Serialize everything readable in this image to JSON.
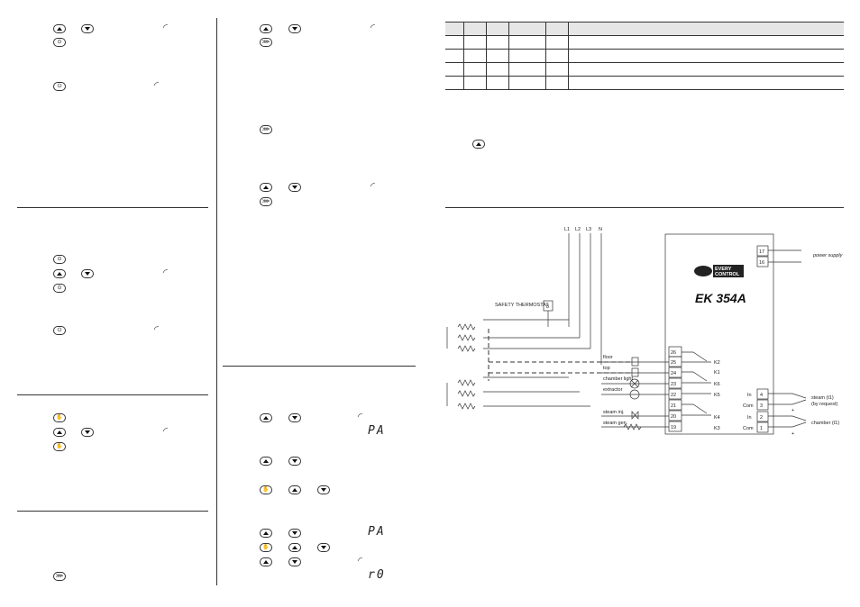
{
  "icons": {
    "up": "arrow-up-icon",
    "down": "arrow-down-icon",
    "timer": "timer-icon",
    "power": "power-icon",
    "steam": "steam-icon",
    "light": "light-icon",
    "hold": "hold-icon"
  },
  "displays": {
    "pa_1": "PA",
    "pa_2": "PA",
    "code_last": "r0"
  },
  "diagram": {
    "supply_labels": [
      "L1",
      "L2",
      "L3",
      "N"
    ],
    "safety_thermostat": "SAFETY THERMOSTAT",
    "safety_thermostat_num": "8",
    "logo_line1": "EVERY",
    "logo_line2": "CONTROL",
    "model": "EK 354A",
    "power_supply": "power supply",
    "terminals_top": [
      "17",
      "16"
    ],
    "terminals_left": [
      "26",
      "25",
      "24",
      "23",
      "22",
      "21",
      "20",
      "19"
    ],
    "relays": [
      "K2",
      "K1",
      "K6",
      "K5",
      "K4",
      "K3"
    ],
    "loads": [
      "floor",
      "top",
      "chamber light",
      "extractor",
      "steam inj.",
      "steam gen."
    ],
    "terminals_right": [
      "4",
      "3",
      "2",
      "1"
    ],
    "terminal_right_labels": [
      "In",
      "Com",
      "In",
      "Com"
    ],
    "probe_steam": "steam (t1)",
    "probe_steam_note": "(by request)",
    "probe_chamber": "chamber (t1)",
    "plus": "+"
  }
}
